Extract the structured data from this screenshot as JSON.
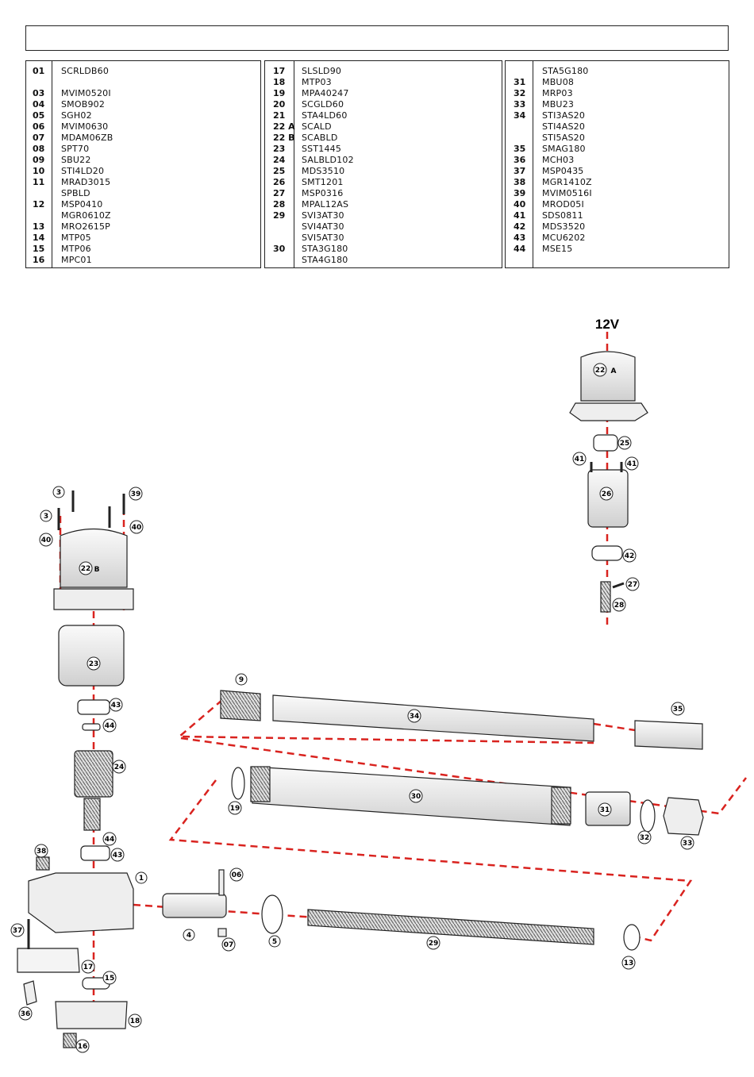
{
  "title": "",
  "parts_tables": [
    {
      "rows": [
        {
          "num": "01",
          "code": "SCRLDB60"
        },
        {
          "num": "",
          "code": ""
        },
        {
          "num": "03",
          "code": "MVIM0520I"
        },
        {
          "num": "04",
          "code": "SMOB902"
        },
        {
          "num": "05",
          "code": "SGH02"
        },
        {
          "num": "06",
          "code": "MVIM0630"
        },
        {
          "num": "07",
          "code": "MDAM06ZB"
        },
        {
          "num": "08",
          "code": "SPT70"
        },
        {
          "num": "09",
          "code": "SBU22"
        },
        {
          "num": "10",
          "code": "STI4LD20"
        },
        {
          "num": "11",
          "code": "MRAD3015"
        },
        {
          "num": "",
          "code": "SPBLD"
        },
        {
          "num": "12",
          "code": "MSP0410"
        },
        {
          "num": "",
          "code": "MGR0610Z"
        },
        {
          "num": "13",
          "code": "MRO2615P"
        },
        {
          "num": "14",
          "code": "MTP05"
        },
        {
          "num": "15",
          "code": "MTP06"
        },
        {
          "num": "16",
          "code": "MPC01"
        }
      ]
    },
    {
      "rows": [
        {
          "num": "17",
          "code": "SLSLD90"
        },
        {
          "num": "18",
          "code": "MTP03"
        },
        {
          "num": "19",
          "code": "MPA40247"
        },
        {
          "num": "20",
          "code": "SCGLD60"
        },
        {
          "num": "21",
          "code": "STA4LD60"
        },
        {
          "num": "22 A",
          "code": "SCALD"
        },
        {
          "num": "22 B",
          "code": "SCABLD"
        },
        {
          "num": "23",
          "code": "SST1445"
        },
        {
          "num": "24",
          "code": "SALBLD102"
        },
        {
          "num": "25",
          "code": "MDS3510"
        },
        {
          "num": "26",
          "code": "SMT1201"
        },
        {
          "num": "27",
          "code": "MSP0316"
        },
        {
          "num": "28",
          "code": "MPAL12AS"
        },
        {
          "num": "29",
          "code": "SVI3AT30"
        },
        {
          "num": "",
          "code": "SVI4AT30"
        },
        {
          "num": "",
          "code": "SVI5AT30"
        },
        {
          "num": "30",
          "code": "STA3G180"
        },
        {
          "num": "",
          "code": "STA4G180"
        }
      ]
    },
    {
      "rows": [
        {
          "num": "",
          "code": "STA5G180"
        },
        {
          "num": "31",
          "code": "MBU08"
        },
        {
          "num": "32",
          "code": "MRP03"
        },
        {
          "num": "33",
          "code": "MBU23"
        },
        {
          "num": "34",
          "code": "STI3AS20"
        },
        {
          "num": "",
          "code": "STI4AS20"
        },
        {
          "num": "",
          "code": "STI5AS20"
        },
        {
          "num": "35",
          "code": "SMAG180"
        },
        {
          "num": "36",
          "code": "MCH03"
        },
        {
          "num": "37",
          "code": "MSP0435"
        },
        {
          "num": "38",
          "code": "MGR1410Z"
        },
        {
          "num": "39",
          "code": "MVIM0516I"
        },
        {
          "num": "40",
          "code": "MROD05I"
        },
        {
          "num": "41",
          "code": "SDS0811"
        },
        {
          "num": "42",
          "code": "MDS3520"
        },
        {
          "num": "43",
          "code": "MCU6202"
        },
        {
          "num": "44",
          "code": "MSE15"
        }
      ]
    }
  ],
  "voltage_label": "12V",
  "callouts": {
    "c1": "1",
    "c3a": "3",
    "c3b": "3",
    "c4": "4",
    "c5": "5",
    "c06": "06",
    "c07": "07",
    "c9": "9",
    "c13": "13",
    "c15": "15",
    "c16": "16",
    "c17": "17",
    "c18": "18",
    "c19": "19",
    "c22a": "22",
    "c22a_suffix": "A",
    "c22b": "22",
    "c22b_suffix": "B",
    "c23": "23",
    "c24": "24",
    "c25": "25",
    "c26": "26",
    "c27": "27",
    "c28": "28",
    "c29": "29",
    "c30": "30",
    "c31": "31",
    "c32": "32",
    "c33": "33",
    "c34": "34",
    "c35": "35",
    "c36": "36",
    "c37": "37",
    "c38": "38",
    "c39": "39",
    "c40a": "40",
    "c40b": "40",
    "c41a": "41",
    "c41b": "41",
    "c42": "42",
    "c43a": "43",
    "c43b": "43",
    "c44a": "44",
    "c44b": "44"
  },
  "colors": {
    "leader_line": "#d9231f",
    "outline": "#222222",
    "part_fill": "#f2f2f2"
  }
}
